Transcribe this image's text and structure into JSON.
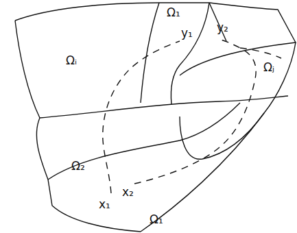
{
  "diagram": {
    "labels": [
      "Ωᵢ",
      "Ω₁",
      "y₁",
      "y₂",
      "Ωⱼ",
      "Ω₂",
      "x₁",
      "x₂",
      "Ω₁"
    ]
  }
}
